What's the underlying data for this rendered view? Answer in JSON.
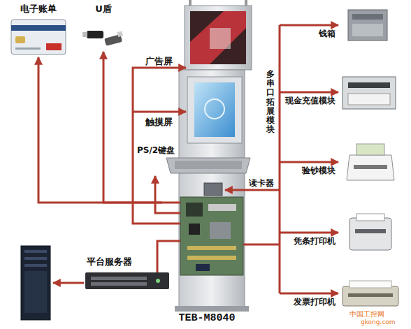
{
  "diagram": {
    "nodes": [
      {
        "text": [
          "电子账单"
        ]
      },
      {
        "text": [
          "U盾"
        ]
      },
      {
        "text": [
          "多串口拓展模块"
        ]
      },
      {
        "text": [
          "钱箱"
        ]
      },
      {
        "text": [
          "现金充值模块"
        ]
      },
      {
        "text": [
          "验钞模块"
        ]
      },
      {
        "text": [
          "凭条打印机"
        ]
      },
      {
        "text": [
          "发票打印机"
        ]
      },
      {
        "text": [
          "平台服务器"
        ]
      },
      {
        "text": [
          "TEB-M8040"
        ]
      }
    ],
    "edges": [
      {
        "from": 9,
        "to": 0,
        "arrow": "to"
      },
      {
        "from": 9,
        "to": 1,
        "arrow": "to"
      },
      {
        "from": 9,
        "to": 2,
        "arrow": "none"
      },
      {
        "from": 2,
        "to": 3,
        "arrow": "to"
      },
      {
        "from": 2,
        "to": 4,
        "arrow": "to"
      },
      {
        "from": 2,
        "to": 5,
        "arrow": "to"
      },
      {
        "from": 2,
        "to": 6,
        "arrow": "to"
      },
      {
        "from": 2,
        "to": 7,
        "arrow": "to"
      },
      {
        "from": 9,
        "to": 8,
        "arrow": "none"
      }
    ],
    "labels": [
      "广告屏",
      "触摸屏",
      "PS/2键盘",
      "读卡器",
      "中国工控网",
      "gkong.com"
    ]
  }
}
